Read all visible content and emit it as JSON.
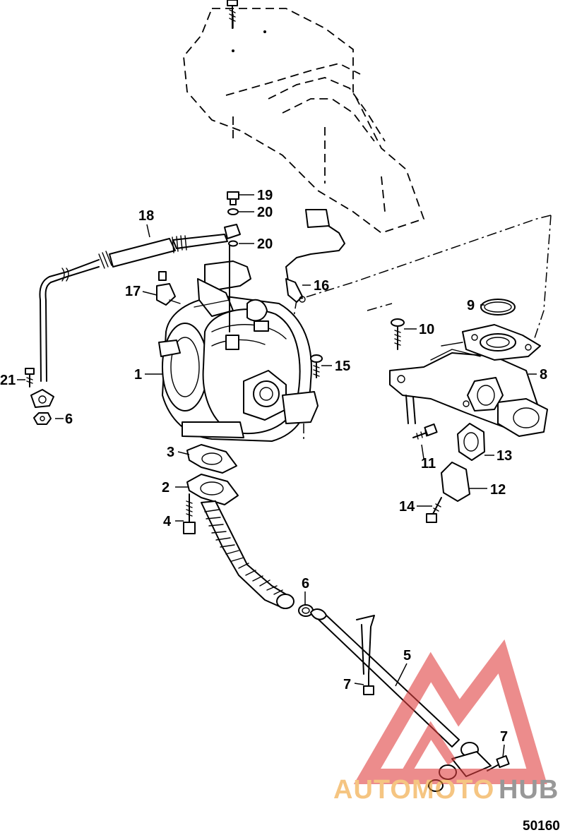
{
  "diagram": {
    "reference_number": "50160",
    "callouts": [
      "1",
      "2",
      "3",
      "4",
      "5",
      "6",
      "6",
      "7",
      "7",
      "8",
      "9",
      "10",
      "11",
      "12",
      "13",
      "14",
      "15",
      "16",
      "17",
      "18",
      "19",
      "20",
      "20",
      "21"
    ]
  },
  "watermark": {
    "part1": "AUTOMOTO",
    "part2": "HUB",
    "colors": {
      "primary": "#f0a030",
      "secondary": "#555555",
      "triangle": "#e04040"
    }
  }
}
